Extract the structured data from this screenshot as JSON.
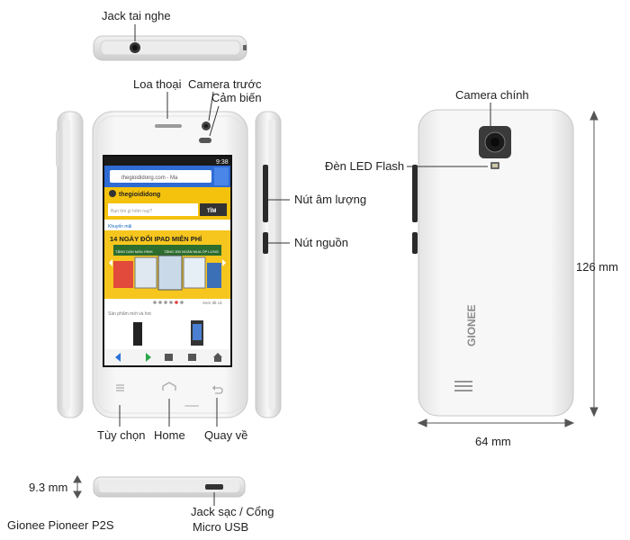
{
  "labels": {
    "headphone_jack": "Jack tai nghe",
    "speaker": "Loa thoại",
    "front_camera": "Camera trước",
    "sensor": "Cảm biến",
    "volume_button": "Nút âm lượng",
    "power_button": "Nút nguồn",
    "options": "Tùy chọn",
    "home": "Home",
    "back": "Quay về",
    "main_camera": "Camera chính",
    "led_flash": "Đèn LED Flash",
    "height": "126 mm",
    "width": "64 mm",
    "thickness": "9.3 mm",
    "charger_port_line1": "Jack sạc / Cổng",
    "charger_port_line2": "Micro USB",
    "model_name": "Gionee Pioneer P2S"
  },
  "screen": {
    "status_time": "9:38",
    "url": "thegioididong.com - Ma",
    "site_logo": "thegioididong",
    "search_placeholder": "Bạn tìm gì hôm nay?",
    "search_button": "TÌM",
    "promo_link": "Khuyến mãi",
    "banner_title": "14 NGÀY ĐỔI IPAD MIỄN PHÍ",
    "banner_sub1": "TẶNG DÁN MÀN HÌNH",
    "banner_sub2": "TẶNG 300 NGÀN MUA ỐP LƯNG",
    "see_all": "Xem tất cả",
    "hot_products": "Sản phẩm mới và hot"
  },
  "back_brand": "GIONEE"
}
